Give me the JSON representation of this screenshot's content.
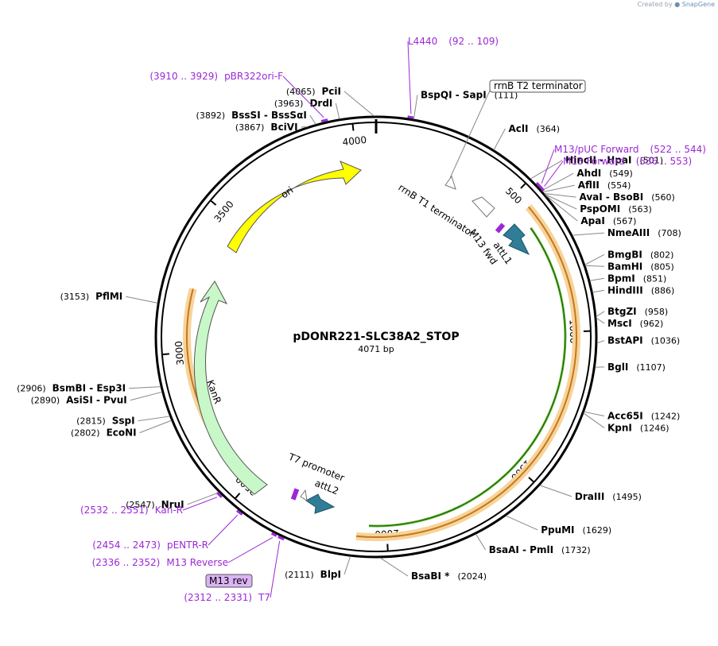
{
  "credit": {
    "prefix": "Created by",
    "brand": "SnapGene"
  },
  "plasmid": {
    "name": "pDONR221-SLC38A2_STOP",
    "length_label": "4071 bp",
    "length": 4071
  },
  "colors": {
    "backbone": "#000000",
    "primer": "#9b28d6",
    "ori": "#ffff00",
    "kanr": "#c8f7c8",
    "att": "#2f7d96",
    "orange_band": "#f6d49a",
    "orange_line": "#c8761e",
    "green_line": "#5cbf2a"
  },
  "ticks": [
    {
      "bp": 500,
      "label": "500"
    },
    {
      "bp": 1000,
      "label": "1000"
    },
    {
      "bp": 1500,
      "label": "1500"
    },
    {
      "bp": 2000,
      "label": "2000"
    },
    {
      "bp": 2500,
      "label": "2500"
    },
    {
      "bp": 3000,
      "label": "3000"
    },
    {
      "bp": 3500,
      "label": "3500"
    },
    {
      "bp": 4000,
      "label": "4000"
    }
  ],
  "sites": [
    {
      "name": "PciI",
      "pos_label": "(4065)",
      "bp": 4065,
      "side": "left"
    },
    {
      "name": "DrdI",
      "pos_label": "(3963)",
      "bp": 3963,
      "side": "left"
    },
    {
      "name": "BssSI  - BssSαI",
      "pos_label": "(3892)",
      "bp": 3892,
      "side": "left"
    },
    {
      "name": "BciVI",
      "pos_label": "(3867)",
      "bp": 3867,
      "side": "left"
    },
    {
      "name": "PflMI",
      "pos_label": "(3153)",
      "bp": 3153,
      "side": "left"
    },
    {
      "name": "BsmBI  - Esp3I",
      "pos_label": "(2906)",
      "bp": 2906,
      "side": "left"
    },
    {
      "name": "AsiSI  - PvuI",
      "pos_label": "(2890)",
      "bp": 2890,
      "side": "left"
    },
    {
      "name": "SspI",
      "pos_label": "(2815)",
      "bp": 2815,
      "side": "left"
    },
    {
      "name": "EcoNI",
      "pos_label": "(2802)",
      "bp": 2802,
      "side": "left"
    },
    {
      "name": "NruI",
      "pos_label": "(2547)",
      "bp": 2547,
      "side": "left"
    },
    {
      "name": "BlpI",
      "pos_label": "(2111)",
      "bp": 2111,
      "side": "left"
    },
    {
      "name": "BspQI  - SapI",
      "pos_label": "(111)",
      "bp": 111,
      "side": "right"
    },
    {
      "name": "AclI",
      "pos_label": "(364)",
      "bp": 364,
      "side": "right"
    },
    {
      "name": "HincII  - HpaI",
      "pos_label": "(501)",
      "bp": 501,
      "side": "right"
    },
    {
      "name": "AhdI",
      "pos_label": "(549)",
      "bp": 549,
      "side": "right"
    },
    {
      "name": "AflII",
      "pos_label": "(554)",
      "bp": 554,
      "side": "right"
    },
    {
      "name": "AvaI  - BsoBI",
      "pos_label": "(560)",
      "bp": 560,
      "side": "right"
    },
    {
      "name": "PspOMI",
      "pos_label": "(563)",
      "bp": 563,
      "side": "right"
    },
    {
      "name": "ApaI",
      "pos_label": "(567)",
      "bp": 567,
      "side": "right"
    },
    {
      "name": "NmeAIII",
      "pos_label": "(708)",
      "bp": 708,
      "side": "right"
    },
    {
      "name": "BmgBI",
      "pos_label": "(802)",
      "bp": 802,
      "side": "right"
    },
    {
      "name": "BamHI",
      "pos_label": "(805)",
      "bp": 805,
      "side": "right"
    },
    {
      "name": "BpmI",
      "pos_label": "(851)",
      "bp": 851,
      "side": "right"
    },
    {
      "name": "HindIII",
      "pos_label": "(886)",
      "bp": 886,
      "side": "right"
    },
    {
      "name": "BtgZI",
      "pos_label": "(958)",
      "bp": 958,
      "side": "right"
    },
    {
      "name": "MscI",
      "pos_label": "(962)",
      "bp": 962,
      "side": "right"
    },
    {
      "name": "BstAPI",
      "pos_label": "(1036)",
      "bp": 1036,
      "side": "right"
    },
    {
      "name": "BglI",
      "pos_label": "(1107)",
      "bp": 1107,
      "side": "right"
    },
    {
      "name": "Acc65I",
      "pos_label": "(1242)",
      "bp": 1242,
      "side": "right"
    },
    {
      "name": "KpnI",
      "pos_label": "(1246)",
      "bp": 1246,
      "side": "right"
    },
    {
      "name": "DraIII",
      "pos_label": "(1495)",
      "bp": 1495,
      "side": "right"
    },
    {
      "name": "PpuMI",
      "pos_label": "(1629)",
      "bp": 1629,
      "side": "right"
    },
    {
      "name": "BsaAI  - PmlI",
      "pos_label": "(1732)",
      "bp": 1732,
      "side": "right"
    },
    {
      "name": "BsaBI *",
      "pos_label": "(2024)",
      "bp": 2024,
      "side": "right"
    }
  ],
  "primers": [
    {
      "name": "L4440",
      "range": "(92 .. 109)",
      "start": 92,
      "end": 109
    },
    {
      "name": "M13/pUC Forward",
      "range": "(522 .. 544)",
      "start": 522,
      "end": 544
    },
    {
      "name": "M13 Forward",
      "range": "(536 .. 553)",
      "start": 536,
      "end": 553
    },
    {
      "name": "pBR322ori-F",
      "range": "(3910 .. 3929)",
      "start": 3910,
      "end": 3929
    },
    {
      "name": "Kan-R",
      "range": "(2532 .. 2551)",
      "start": 2532,
      "end": 2551
    },
    {
      "name": "pENTR-R",
      "range": "(2454 .. 2473)",
      "start": 2454,
      "end": 2473
    },
    {
      "name": "M13 Reverse",
      "range": "(2336 .. 2352)",
      "start": 2336,
      "end": 2352
    },
    {
      "name": "T7",
      "range": "(2312 .. 2331)",
      "start": 2312,
      "end": 2331
    }
  ],
  "boxed_labels": {
    "rrnb_t2": "rrnB T2 terminator",
    "m13rev": "M13 rev"
  },
  "features": {
    "ori": "ori",
    "kanr": "KanR",
    "rrnb_t1": "rrnB T1 terminator",
    "attl1": "attL1",
    "m13fwd": "M13 fwd",
    "t7promoter": "T7 promoter",
    "attl2": "attL2"
  }
}
